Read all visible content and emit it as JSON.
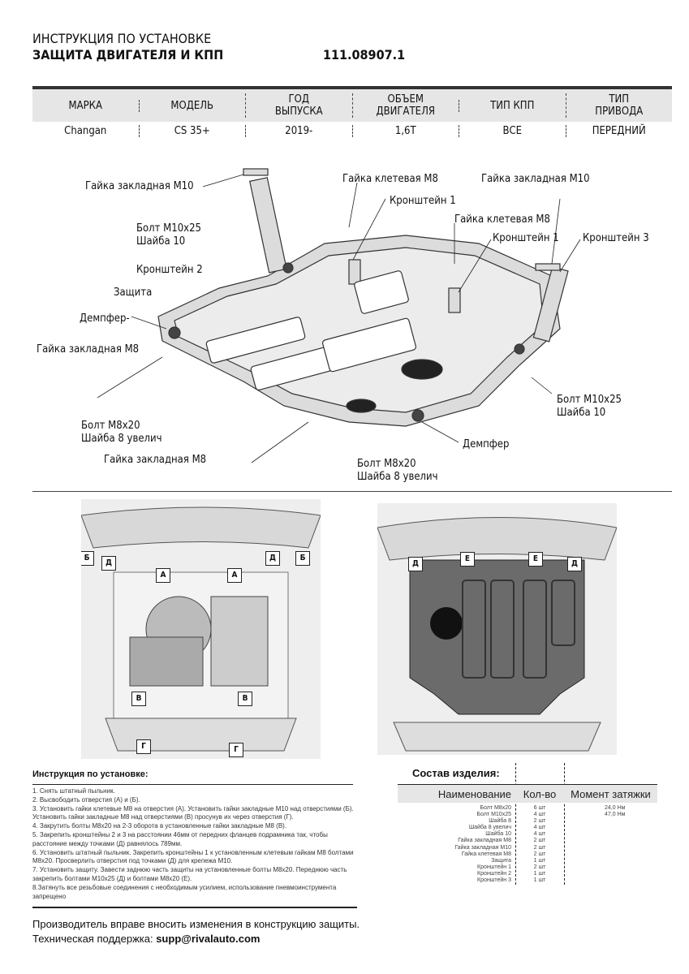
{
  "header": {
    "line1": "ИНСТРУКЦИЯ ПО УСТАНОВКЕ",
    "line2": "ЗАЩИТА ДВИГАТЕЛЯ И КПП",
    "code": "111.08907.1"
  },
  "spec": {
    "headers": [
      "МАРКА",
      "МОДЕЛЬ",
      "ГОД\nВЫПУСКА",
      "ОБЪЕМ\nДВИГАТЕЛЯ",
      "ТИП КПП",
      "ТИП\nПРИВОДА"
    ],
    "values": [
      "Changan",
      "CS 35+",
      "2019-",
      "1,6T",
      "ВСЕ",
      "ПЕРЕДНИЙ"
    ]
  },
  "diagram_labels": {
    "nut_m10_left": "Гайка закладная М10",
    "bolt_m10_left": "Болт М10х25",
    "washer10_left": "Шайба 10",
    "bracket2": "Кронштейн 2",
    "shield": "Защита",
    "damper_left": "Демпфер-",
    "nut_m8_left": "Гайка закладная М8",
    "bolt_m8_left": "Болт М8х20",
    "washer8_left": "Шайба 8 увелич",
    "nut_m8_bottom": "Гайка закладная М8",
    "cage_nut_1": "Гайка клетевая М8",
    "bracket1_a": "Кронштейн 1",
    "nut_m10_right": "Гайка закладная М10",
    "cage_nut_2": "Гайка клетевая М8",
    "bracket1_b": "Кронштейн 1",
    "bracket3": "Кронштейн 3",
    "bolt_m10_right": "Болт М10х25",
    "washer10_right": "Шайба 10",
    "damper_right": "Демпфер",
    "bolt_m8_bottom": "Болт М8х20",
    "washer8_bottom": "Шайба 8 увелич"
  },
  "photo_left_markers": [
    "Б",
    "Д",
    "А",
    "А",
    "Д",
    "Б",
    "В",
    "В",
    "Г",
    "Г"
  ],
  "photo_right_markers": [
    "Д",
    "Е",
    "Е",
    "Д"
  ],
  "instructions": {
    "title": "Инструкция по установке:",
    "steps": [
      "1. Снять штатный пыльник.",
      "2. Высвободить отверстия (А) и (Б).",
      "3. Установить гайки клетевые М8 на отверстия (А). Установить гайки закладные М10 над отверстиями (Б). Установить гайки закладные М8 над отверстиями (В) просунув их через отверстия (Г).",
      "4. Закрутить болты М8х20 на 2-3 оборота в установленные гайки закладные М8 (В).",
      "5. Закрепить кронштейны 2 и 3 на расстоянии 46мм от передних фланцев подрамника так, чтобы расстояние между точками (Д) равнялось 789мм.",
      "6. Установить штатный пыльник. Закрепить кронштейны 1 к установленным клетевым гайкам М8 болтами М8х20. Просверлить отверстия под точками (Д) для крепежа М10.",
      "7. Установить защиту. Завести заднюю часть защиты на установленные болты М8х20. Переднюю часть закрепить болтами М10х25 (Д) и болтами М8х20 (Е).",
      "8.Затянуть все резьбовые соединения с необходимым усилием, использование пневмоинструмента запрещено"
    ]
  },
  "parts": {
    "title": "Состав изделия:",
    "headers": [
      "Наименование",
      "Кол-во",
      "Момент затяжки"
    ],
    "rows": [
      {
        "name": "Болт М8х20",
        "qty": "6 шт",
        "torque": "24,0 Нм"
      },
      {
        "name": "Болт М10х25",
        "qty": "4 шт",
        "torque": "47,0 Нм"
      },
      {
        "name": "Шайба 8",
        "qty": "2 шт",
        "torque": ""
      },
      {
        "name": "Шайба 8 увелич",
        "qty": "4 шт",
        "torque": ""
      },
      {
        "name": "Шайба 10",
        "qty": "4 шт",
        "torque": ""
      },
      {
        "name": "Гайка закладная М8",
        "qty": "2 шт",
        "torque": ""
      },
      {
        "name": "Гайка закладная М10",
        "qty": "2 шт",
        "torque": ""
      },
      {
        "name": "Гайка клетевая М8",
        "qty": "2 шт",
        "torque": ""
      },
      {
        "name": "Защита",
        "qty": "1 шт",
        "torque": ""
      },
      {
        "name": "Кронштейн 1",
        "qty": "2 шт",
        "torque": ""
      },
      {
        "name": "Кронштейн 2",
        "qty": "1 шт",
        "torque": ""
      },
      {
        "name": "Кронштейн 3",
        "qty": "1 шт",
        "torque": ""
      }
    ]
  },
  "footer": {
    "notice": "Производитель вправе вносить изменения в конструкцию защиты.",
    "support_label": "Техническая поддержка: ",
    "support_email": "supp@rivalauto.com"
  }
}
